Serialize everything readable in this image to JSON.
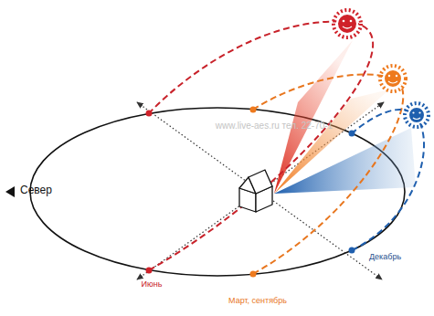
{
  "diagram": {
    "labels": [
      "Север",
      "Июнь",
      "Март, сентябрь",
      "Декабрь",
      "www.live-aes.ru тел. 22-70-1"
    ]
  }
}
